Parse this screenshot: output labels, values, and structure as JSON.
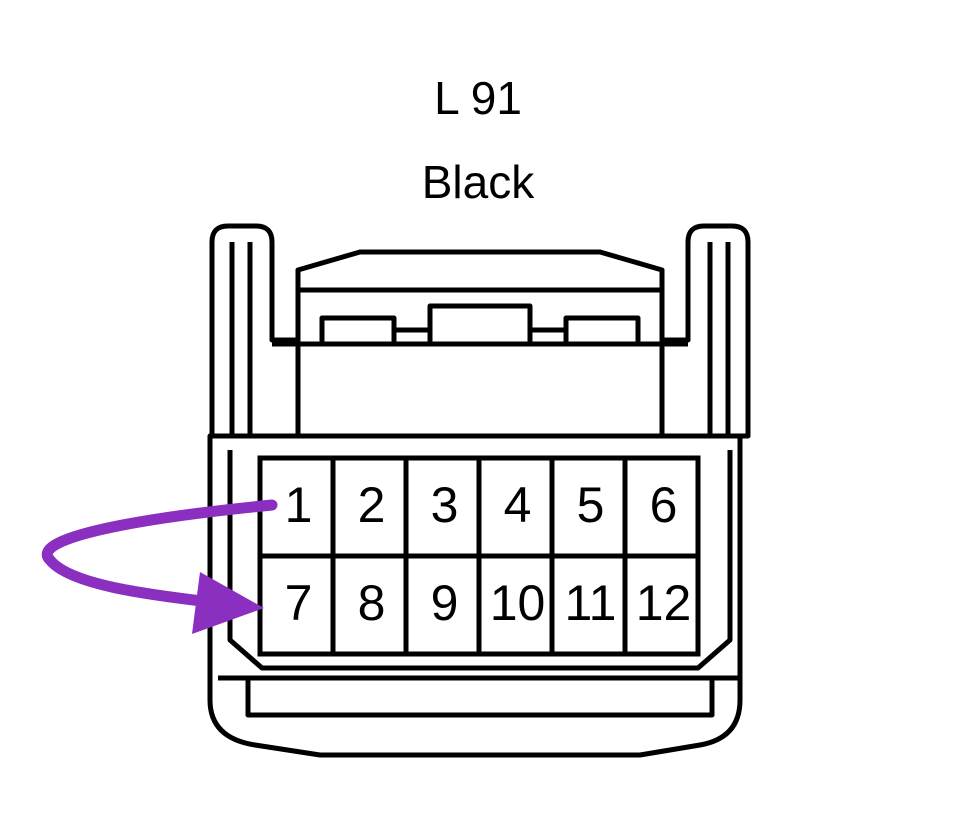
{
  "connector": {
    "id": "L 91",
    "color_name": "Black",
    "pins_row_top": [
      "1",
      "2",
      "3",
      "4",
      "5",
      "6"
    ],
    "pins_row_bottom": [
      "7",
      "8",
      "9",
      "10",
      "11",
      "12"
    ]
  },
  "jumper": {
    "from_pin": "1",
    "to_pin": "7",
    "color": "#8a2fc0"
  },
  "colors": {
    "outline": "#000000",
    "background": "#ffffff"
  }
}
